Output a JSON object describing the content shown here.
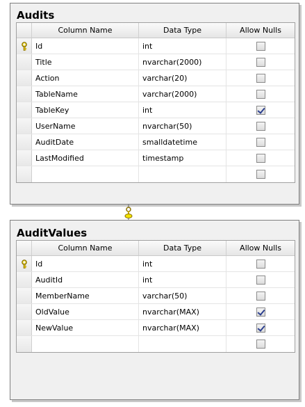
{
  "columns": {
    "col0": "",
    "col1": "Column Name",
    "col2": "Data Type",
    "col3": "Allow Nulls"
  },
  "audits": {
    "title": "Audits",
    "rows": [
      {
        "name": "Id",
        "type": "int",
        "nullable": false,
        "primary_key": true
      },
      {
        "name": "Title",
        "type": "nvarchar(2000)",
        "nullable": false,
        "primary_key": false
      },
      {
        "name": "Action",
        "type": "varchar(20)",
        "nullable": false,
        "primary_key": false
      },
      {
        "name": "TableName",
        "type": "varchar(2000)",
        "nullable": false,
        "primary_key": false
      },
      {
        "name": "TableKey",
        "type": "int",
        "nullable": true,
        "primary_key": false
      },
      {
        "name": "UserName",
        "type": "nvarchar(50)",
        "nullable": false,
        "primary_key": false
      },
      {
        "name": "AuditDate",
        "type": "smalldatetime",
        "nullable": false,
        "primary_key": false
      },
      {
        "name": "LastModified",
        "type": "timestamp",
        "nullable": false,
        "primary_key": false
      },
      {
        "name": "",
        "type": "",
        "nullable": false,
        "primary_key": false
      }
    ]
  },
  "auditvalues": {
    "title": "AuditValues",
    "rows": [
      {
        "name": "Id",
        "type": "int",
        "nullable": false,
        "primary_key": true
      },
      {
        "name": "AuditId",
        "type": "int",
        "nullable": false,
        "primary_key": false
      },
      {
        "name": "MemberName",
        "type": "varchar(50)",
        "nullable": false,
        "primary_key": false
      },
      {
        "name": "OldValue",
        "type": "nvarchar(MAX)",
        "nullable": true,
        "primary_key": false
      },
      {
        "name": "NewValue",
        "type": "nvarchar(MAX)",
        "nullable": true,
        "primary_key": false
      },
      {
        "name": "",
        "type": "",
        "nullable": false,
        "primary_key": false
      }
    ]
  },
  "icons": {
    "primary_key": "key-icon",
    "relationship": "relationship-key-icon"
  },
  "colors": {
    "key_icon": "#e8c800",
    "checkmark": "#2b3f8f"
  }
}
